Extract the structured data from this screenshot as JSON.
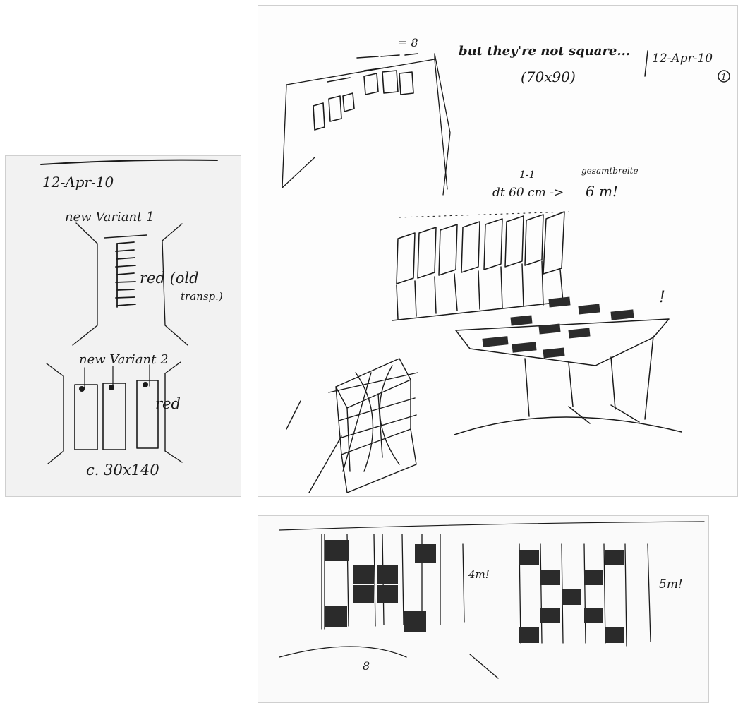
{
  "left_sheet": {
    "date": "12-Apr-10",
    "variant_1_label": "new Variant 1",
    "variant_1_note_line1": "red (old",
    "variant_1_note_line2": "transp.)",
    "variant_2_label": "new Variant 2",
    "variant_2_note": "red",
    "dimension": "c. 30x140"
  },
  "main_sheet": {
    "count_note": "= 8",
    "remark": "but they're not square...",
    "size": "(70x90)",
    "date": "12-Apr-10",
    "page_marker": "1",
    "spacing_top": "1-1",
    "spacing_label": "dt 60 cm ->",
    "total_width_label": "gesamtbreite",
    "total_width": "6 m!",
    "exclaim": "!"
  },
  "bottom_sheet": {
    "left_height": "4m!",
    "right_height": "5m!",
    "mark": "8"
  },
  "colors": {
    "ink": "#1a1a1a",
    "paper": "#fbfbfb",
    "hatch": "#2b2b2b"
  }
}
